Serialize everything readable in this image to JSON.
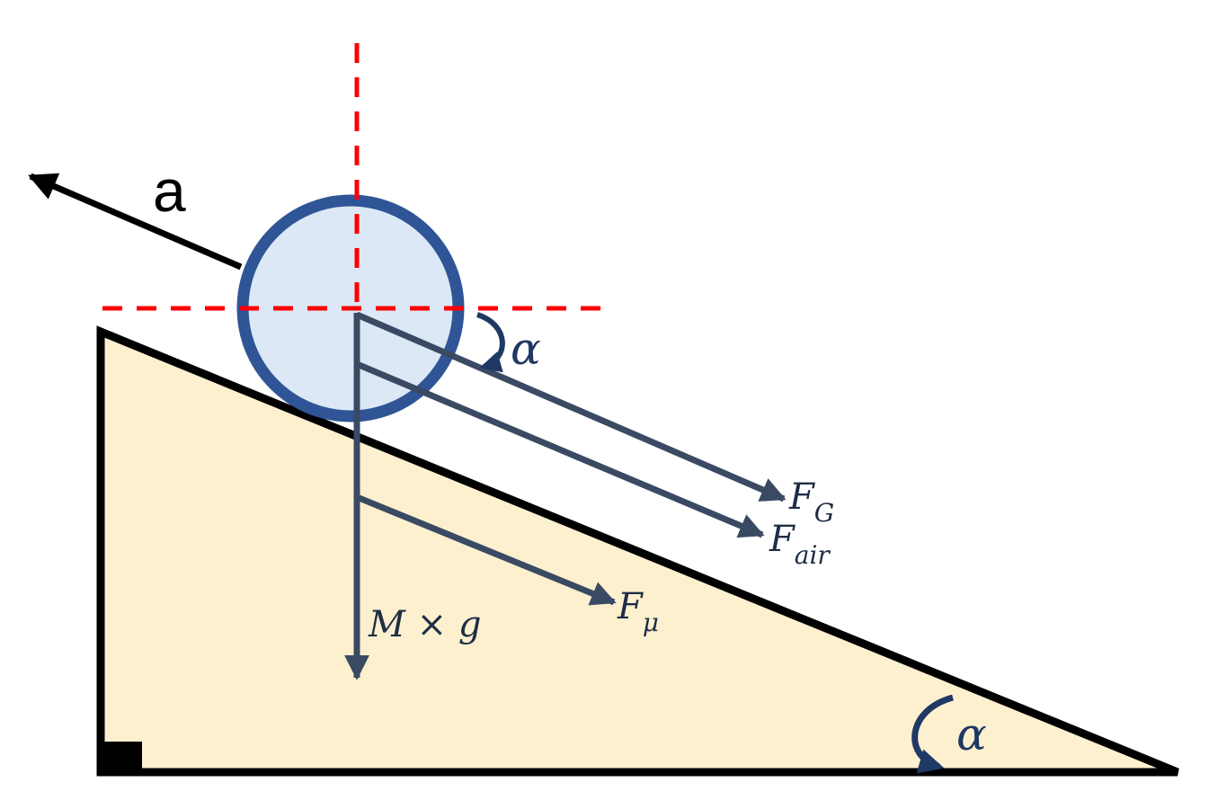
{
  "diagram": {
    "labels": {
      "acceleration": "a",
      "alpha_top": "α",
      "alpha_bottom": "α",
      "weight": "M × g",
      "gravity_force": {
        "main": "F",
        "sub": "G"
      },
      "air_force": {
        "main": "F",
        "sub": "air"
      },
      "friction_force": {
        "main": "F",
        "sub": "μ"
      }
    },
    "colors": {
      "incline_fill": "#fdf0cf",
      "incline_stroke": "#000000",
      "ball_fill": "#dce8f5",
      "ball_stroke": "#2f5597",
      "force_arrow": "#3a4a63",
      "reference_axes": "#ff0000",
      "acceleration_arrow": "#000000",
      "angle_marker": "#1f3864"
    },
    "icons": {
      "right_angle": "right-angle-square-icon",
      "angle_arc": "curved-arrow-icon"
    }
  }
}
